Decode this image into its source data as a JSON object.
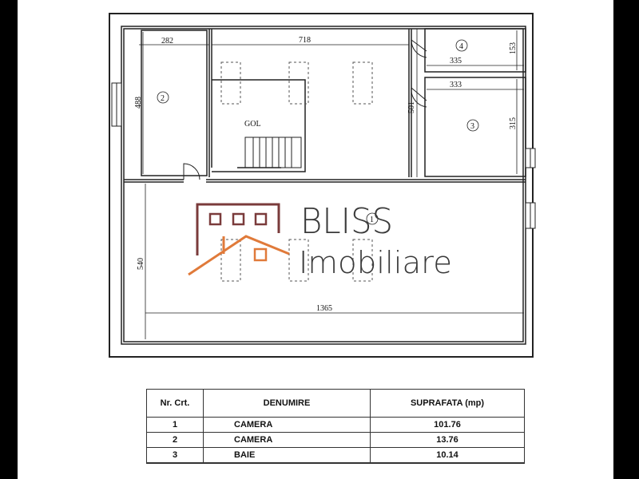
{
  "plan": {
    "dimensions": {
      "room2_width": "282",
      "top_width": "718",
      "room4_width": "335",
      "room4_height": "153",
      "room3_width": "333",
      "room2_height": "488",
      "room3_height": "315",
      "mid_height": "501",
      "room1_height": "540",
      "room1_width": "1365"
    },
    "void_label": "GOL",
    "room_numbers": [
      "1",
      "2",
      "3",
      "4"
    ]
  },
  "watermark": {
    "line1": "BLISS",
    "line2": "Imobiliare",
    "colors": {
      "house": "#7a3b3b",
      "roof": "#e07a3a",
      "text": "#3a3a3a"
    }
  },
  "table": {
    "headers": [
      "Nr. Crt.",
      "DENUMIRE",
      "SUPRAFATA (mp)"
    ],
    "rows": [
      [
        "1",
        "CAMERA",
        "101.76"
      ],
      [
        "2",
        "CAMERA",
        "13.76"
      ],
      [
        "3",
        "BAIE",
        "10.14"
      ],
      [
        "",
        "",
        ""
      ]
    ]
  }
}
